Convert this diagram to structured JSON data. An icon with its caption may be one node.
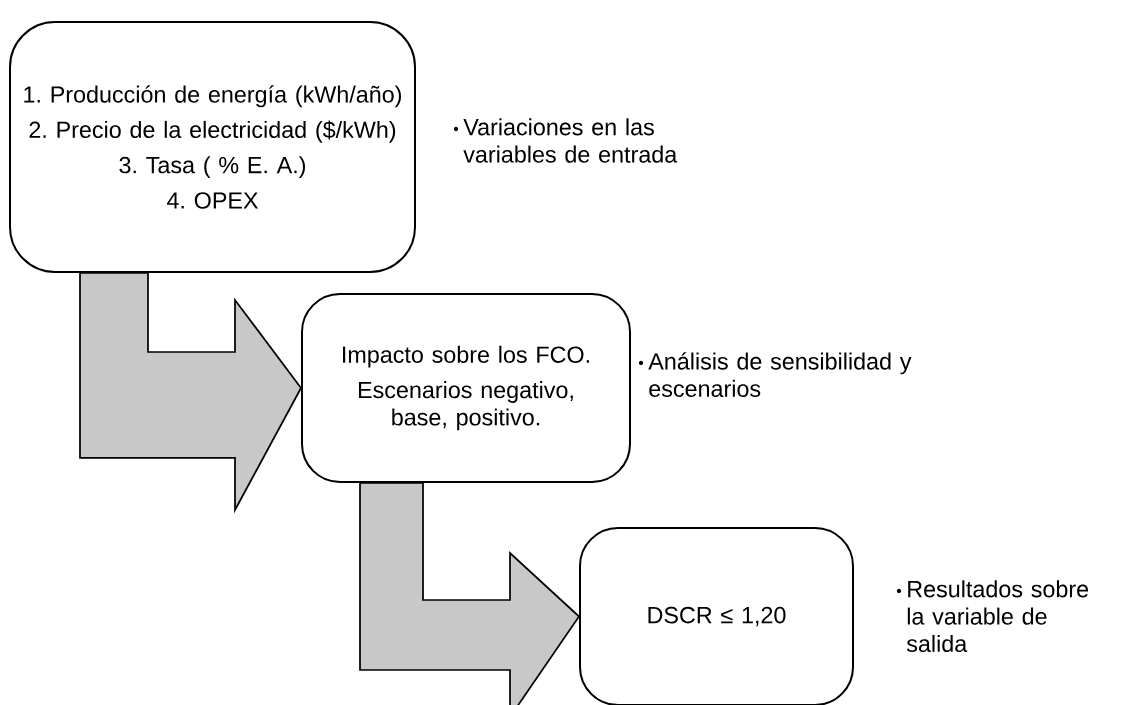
{
  "diagram": {
    "nodes": [
      {
        "text": [
          "1. Producción de energía (kWh/año)",
          "2. Precio de la electricidad ($/kWh)",
          "3. Tasa ( % E. A.)",
          "4. OPEX"
        ],
        "beside": [
          "Variaciones en las variables de entrada"
        ]
      },
      {
        "text": [
          "Impacto sobre los FCO.",
          "Escenarios negativo, base, positivo."
        ],
        "beside": [
          "Análisis de sensibilidad y escenarios"
        ]
      },
      {
        "text": [
          "DSCR ≤ 1,20"
        ],
        "beside": [
          "Resultados sobre la variable de salida"
        ]
      }
    ],
    "edges": [
      {
        "from": 0,
        "to": 1,
        "arrow": "to"
      },
      {
        "from": 1,
        "to": 2,
        "arrow": "to"
      }
    ]
  }
}
